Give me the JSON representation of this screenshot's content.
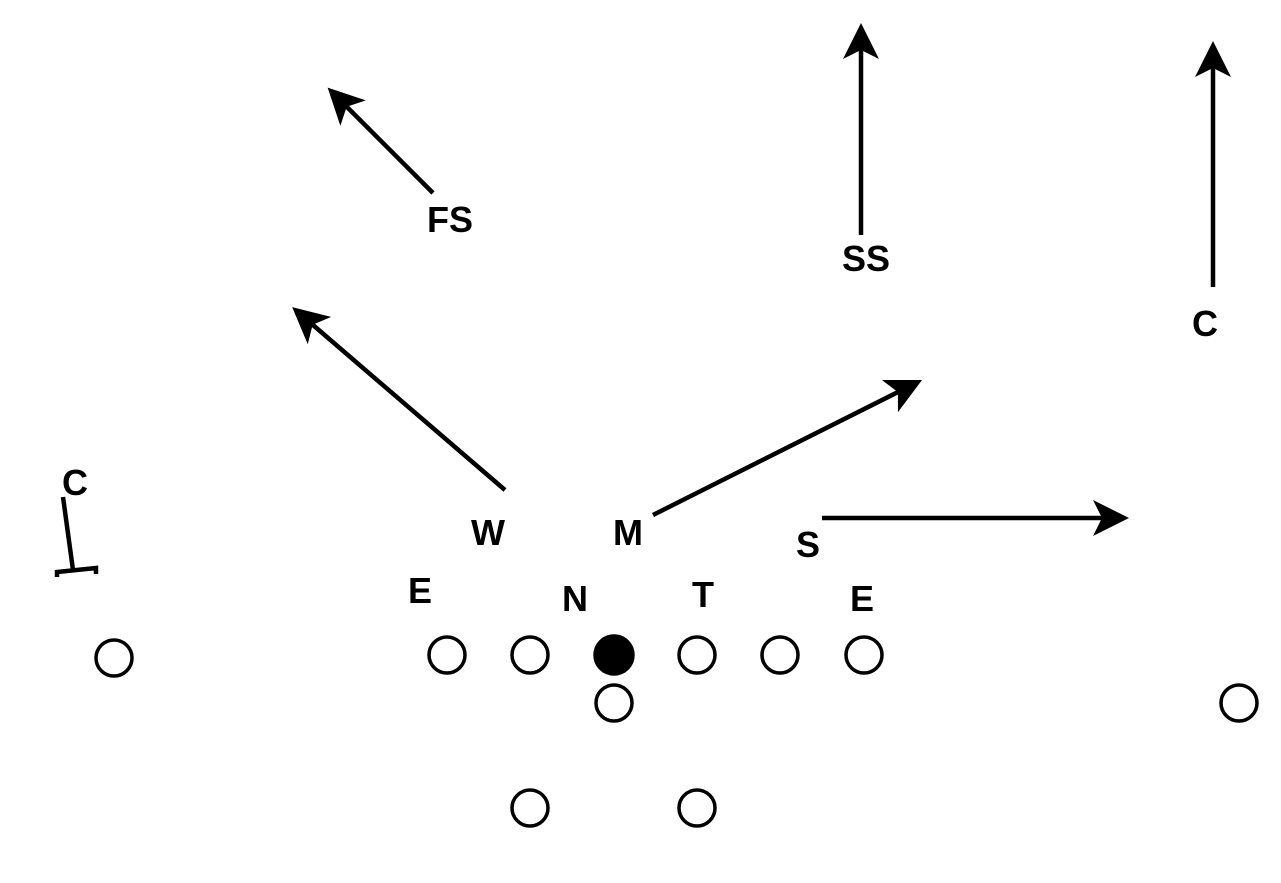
{
  "diagram": {
    "defense_labels": {
      "free_safety": "FS",
      "strong_safety": "SS",
      "corner_right": "C",
      "corner_left": "C",
      "will": "W",
      "mike": "M",
      "sam": "S",
      "end_left": "E",
      "nose": "N",
      "tackle": "T",
      "end_right": "E"
    },
    "colors": {
      "ink": "#000000",
      "background": "#ffffff"
    }
  }
}
